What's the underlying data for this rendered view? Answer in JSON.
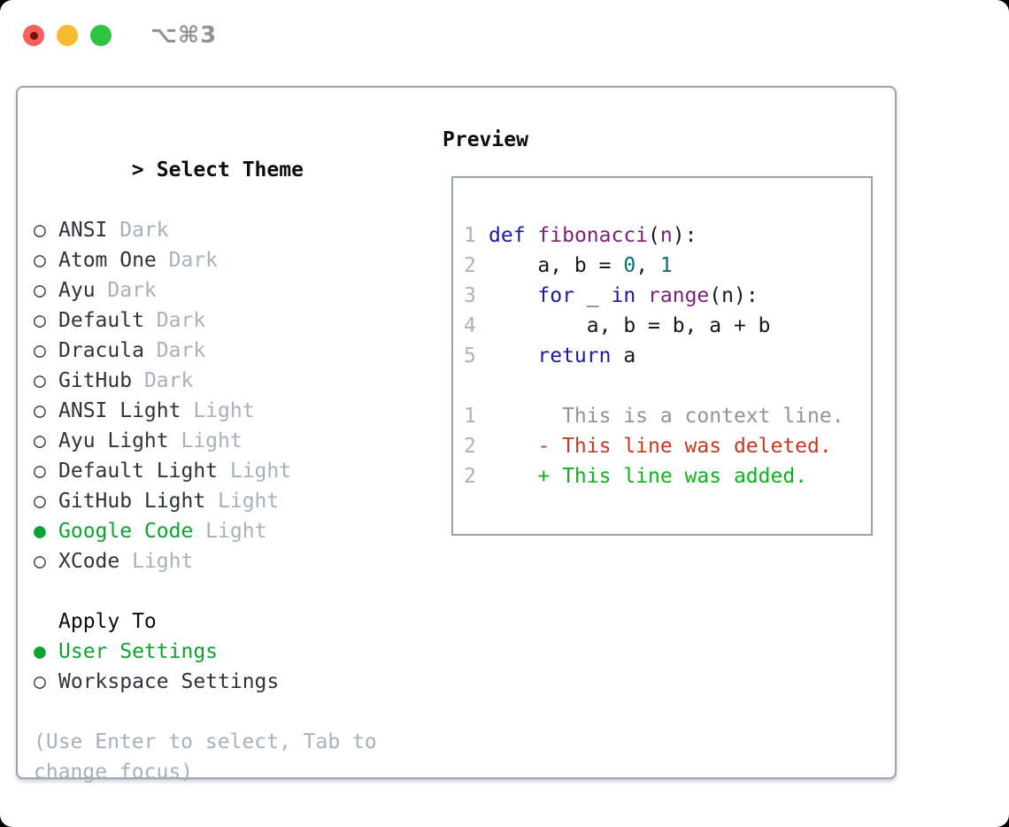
{
  "window": {
    "title": "⌥⌘3",
    "traffic_lights": [
      "close",
      "minimize",
      "zoom"
    ]
  },
  "theme_panel": {
    "header_marker": ">",
    "header_label": "Select Theme",
    "markers": {
      "selected": "●",
      "unselected": "○"
    },
    "themes": [
      {
        "name": "ANSI",
        "variant": "Dark",
        "selected": false
      },
      {
        "name": "Atom One",
        "variant": "Dark",
        "selected": false
      },
      {
        "name": "Ayu",
        "variant": "Dark",
        "selected": false
      },
      {
        "name": "Default",
        "variant": "Dark",
        "selected": false
      },
      {
        "name": "Dracula",
        "variant": "Dark",
        "selected": false
      },
      {
        "name": "GitHub",
        "variant": "Dark",
        "selected": false
      },
      {
        "name": "ANSI Light",
        "variant": "Light",
        "selected": false
      },
      {
        "name": "Ayu Light",
        "variant": "Light",
        "selected": false
      },
      {
        "name": "Default Light",
        "variant": "Light",
        "selected": false
      },
      {
        "name": "GitHub Light",
        "variant": "Light",
        "selected": false
      },
      {
        "name": "Google Code",
        "variant": "Light",
        "selected": true
      },
      {
        "name": "XCode",
        "variant": "Light",
        "selected": false
      }
    ],
    "apply_to": {
      "label": "Apply To",
      "options": [
        {
          "name": "User Settings",
          "selected": true
        },
        {
          "name": "Workspace Settings",
          "selected": false
        }
      ]
    },
    "help": [
      "(Use Enter to select, Tab to",
      "change focus)"
    ]
  },
  "preview": {
    "label": "Preview",
    "code_lines": [
      {
        "num": "1",
        "tokens": [
          {
            "text": "def",
            "type": "keyword"
          },
          {
            "text": " ",
            "type": "plain"
          },
          {
            "text": "fibonacci",
            "type": "title"
          },
          {
            "text": "(",
            "type": "plain"
          },
          {
            "text": "n",
            "type": "title"
          },
          {
            "text": "):",
            "type": "plain"
          }
        ]
      },
      {
        "num": "2",
        "tokens": [
          {
            "text": "    a, b = ",
            "type": "plain"
          },
          {
            "text": "0",
            "type": "number"
          },
          {
            "text": ", ",
            "type": "plain"
          },
          {
            "text": "1",
            "type": "number"
          }
        ]
      },
      {
        "num": "3",
        "tokens": [
          {
            "text": "    ",
            "type": "plain"
          },
          {
            "text": "for",
            "type": "keyword"
          },
          {
            "text": " _ ",
            "type": "plain"
          },
          {
            "text": "in",
            "type": "keyword"
          },
          {
            "text": " ",
            "type": "plain"
          },
          {
            "text": "range",
            "type": "title"
          },
          {
            "text": "(n):",
            "type": "plain"
          }
        ]
      },
      {
        "num": "4",
        "tokens": [
          {
            "text": "        a, b = b, a + b",
            "type": "plain"
          }
        ]
      },
      {
        "num": "5",
        "tokens": [
          {
            "text": "    ",
            "type": "plain"
          },
          {
            "text": "return",
            "type": "keyword"
          },
          {
            "text": " a",
            "type": "plain"
          }
        ]
      }
    ],
    "diff_lines": [
      {
        "num": "1",
        "sign": " ",
        "text": "This is a context line.",
        "type": "context"
      },
      {
        "num": "2",
        "sign": "-",
        "text": "This line was deleted.",
        "type": "deleted"
      },
      {
        "num": "2",
        "sign": "+",
        "text": "This line was added.",
        "type": "added"
      }
    ]
  },
  "colors": {
    "kw": "#1a1aa6",
    "ttl": "#7b1f7b",
    "num": "#0e6d6d",
    "plain": "#15181e",
    "lnum": "#a9b2bf",
    "ctx": "#8d949e",
    "del": "#c43a22",
    "add": "#0db31e",
    "sel": "#0da332",
    "text": "#2e333c",
    "muted": "#a7b0bd",
    "border": "#9aa2ae"
  }
}
